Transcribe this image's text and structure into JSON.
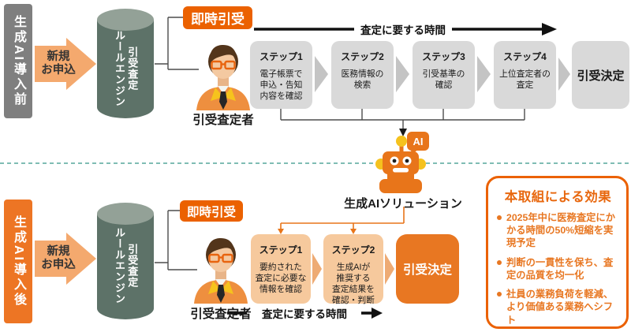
{
  "colors": {
    "accent_orange": "#eb6100",
    "orange_mid": "#e87722",
    "arrow_orange": "#f4a96e",
    "peach_box": "#f6c99d",
    "gray_bar": "#7f7f7f",
    "gray_box": "#d9d9d9",
    "cylinder_body": "#5d7268",
    "cylinder_top": "#93a197",
    "divider_teal": "#55a79c",
    "robot_yellow": "#f5c21e"
  },
  "icons": {
    "assessor": "underwriter-person-icon",
    "ai_robot": "ai-robot-icon"
  },
  "top": {
    "phase": "生成AI導入前",
    "application": "新規\nお申込",
    "engine": "引受査定\nルールエンジン",
    "badge": "即時引受",
    "assessor": "引受査定者",
    "time_label": "査定に要する時間",
    "steps": [
      {
        "title": "ステップ1",
        "desc": "電子帳票で\n申込・告知\n内容を確認"
      },
      {
        "title": "ステップ2",
        "desc": "医務情報の\n検索"
      },
      {
        "title": "ステップ3",
        "desc": "引受基準の\n確認"
      },
      {
        "title": "ステップ4",
        "desc": "上位査定者の\n査定"
      }
    ],
    "decision": "引受決定"
  },
  "ai": {
    "bubble": "AI",
    "label": "生成AIソリューション"
  },
  "bottom": {
    "phase": "生成AI導入後",
    "application": "新規\nお申込",
    "engine": "引受査定\nルールエンジン",
    "badge": "即時引受",
    "assessor": "引受査定者",
    "time_label": "査定に要する時間",
    "steps": [
      {
        "title": "ステップ1",
        "desc": "要約された\n査定に必要な\n情報を確認"
      },
      {
        "title": "ステップ2",
        "desc": "生成AIが\n推奨する\n査定結果を\n確認・判断"
      }
    ],
    "decision": "引受決定"
  },
  "effects": {
    "title": "本取組による効果",
    "bullets": [
      "2025年中に医務査定にかかる時間の50%短縮を実現予定",
      "判断の一貫性を保ち、査定の品質を均一化",
      "社員の業務負荷を軽減、より価値ある業務へシフト"
    ]
  }
}
